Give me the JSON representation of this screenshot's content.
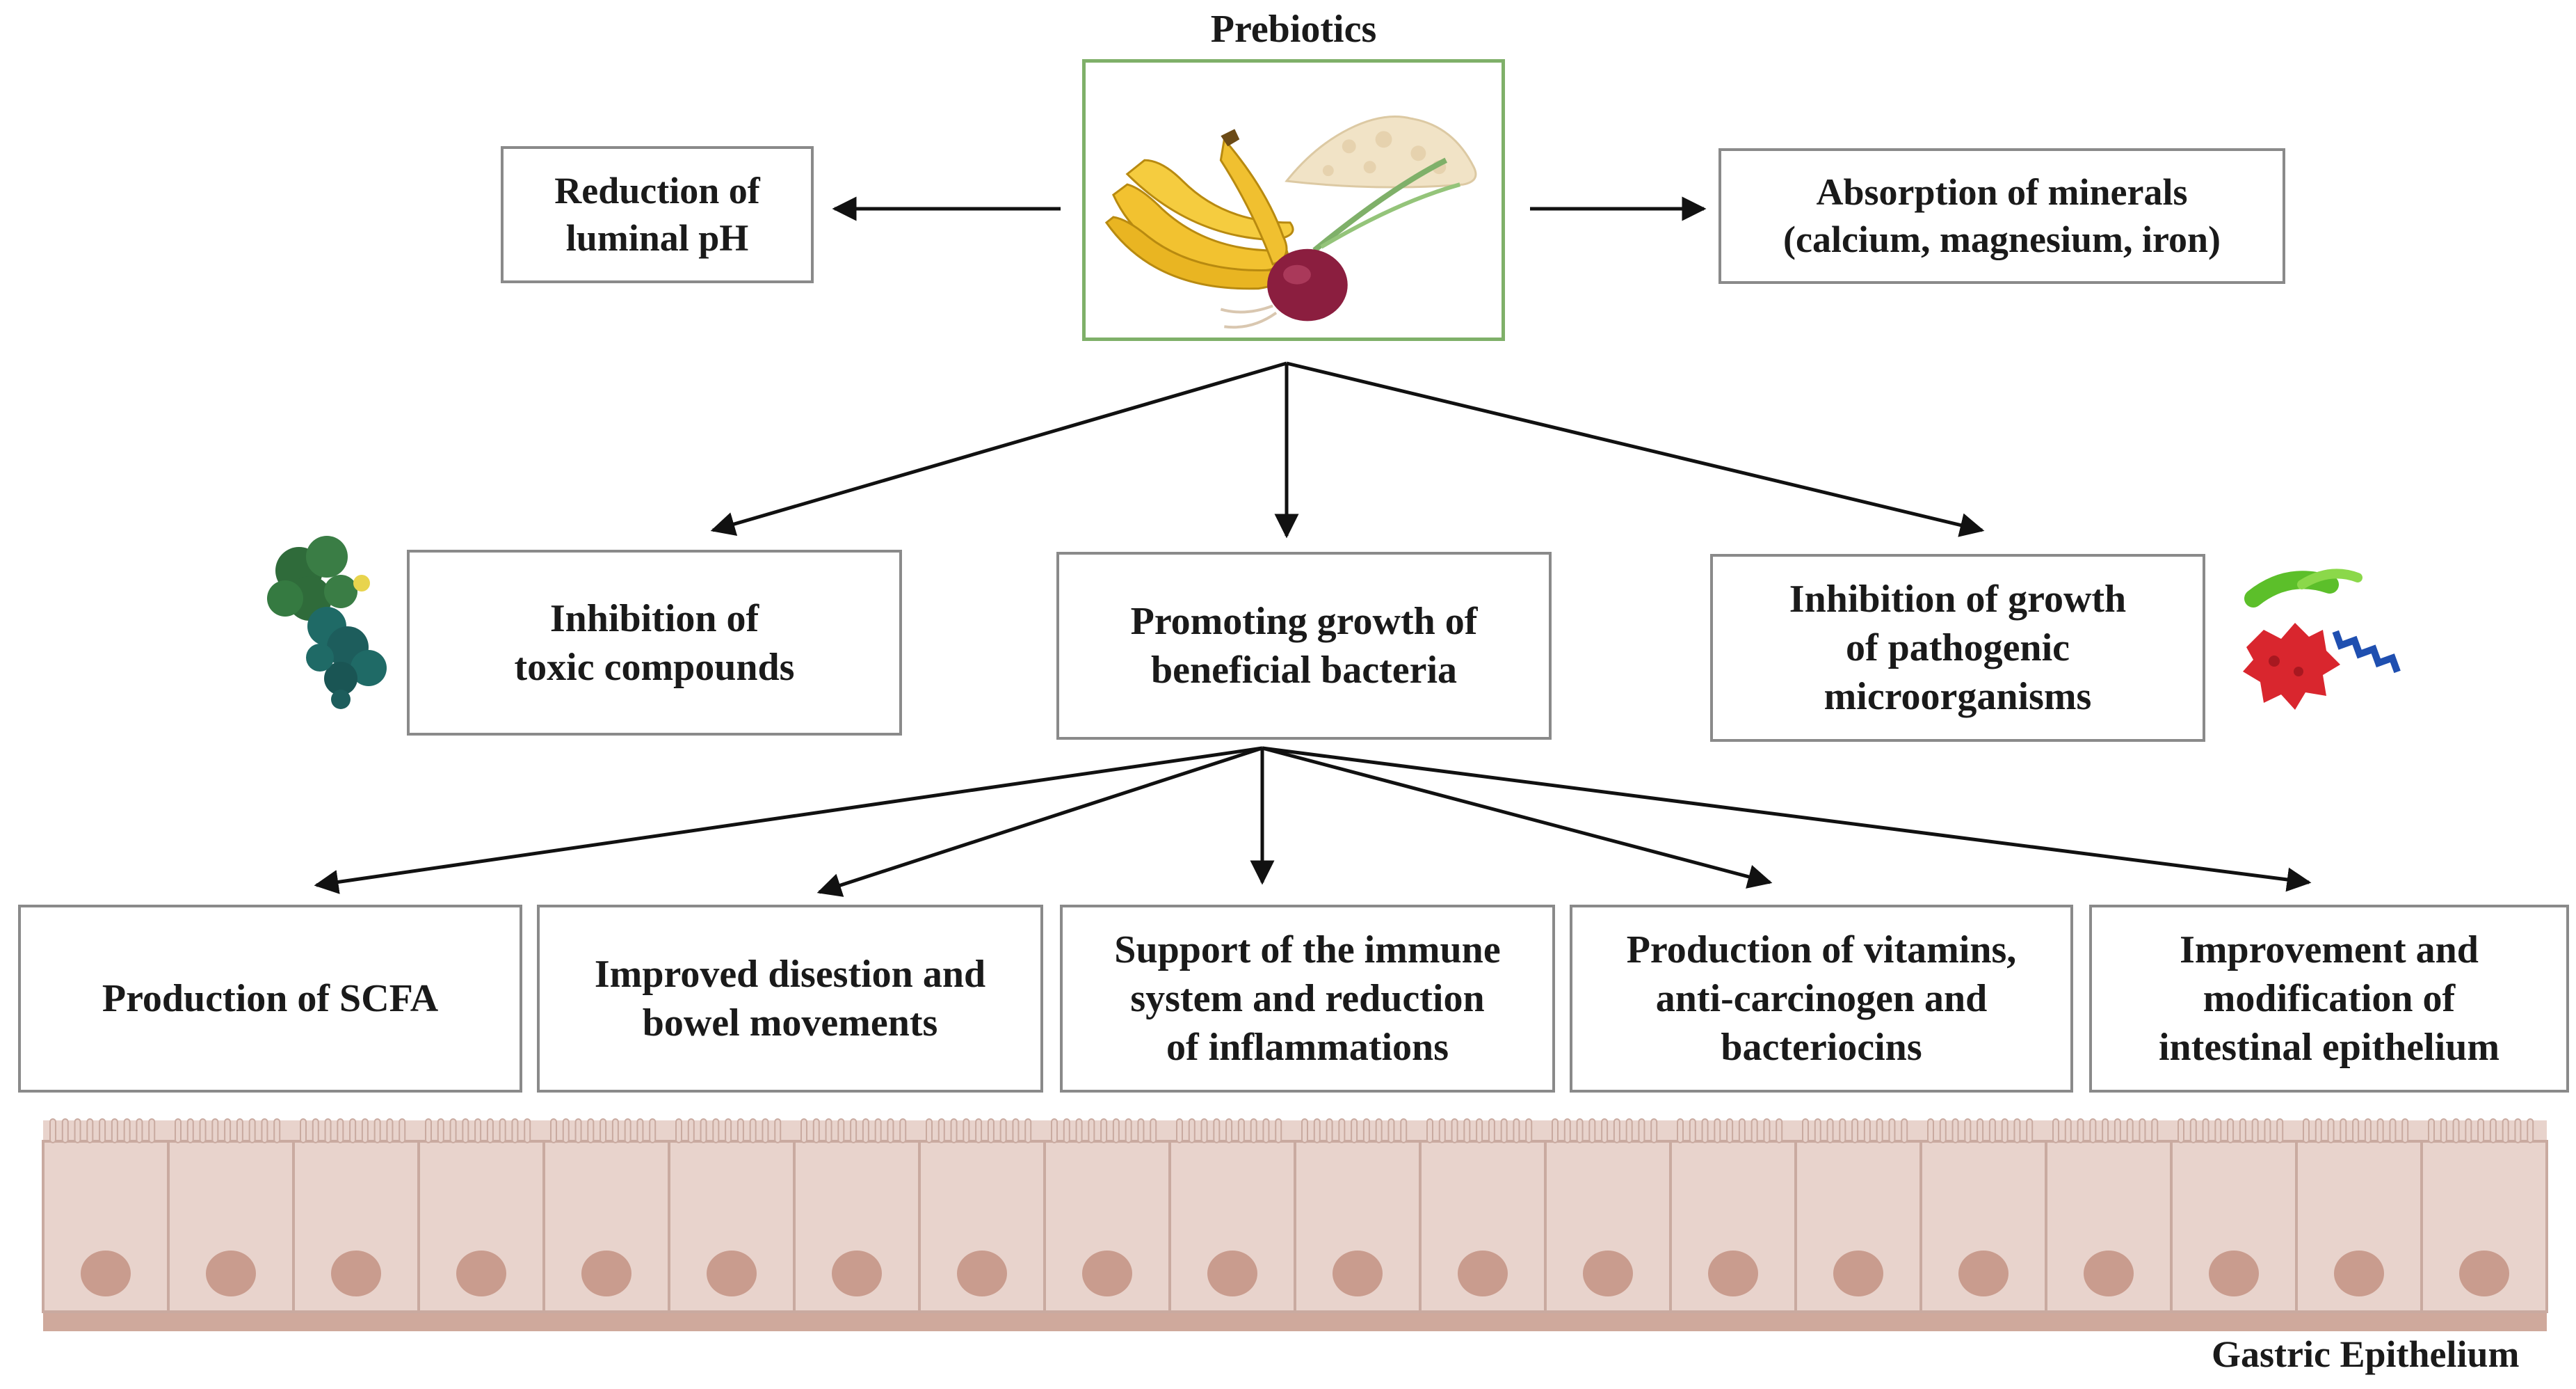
{
  "title": "Prebiotics",
  "top_effects": {
    "left": [
      "Reduction of",
      "luminal pH"
    ],
    "right": [
      "Absorption of minerals",
      "(calcium, magnesium, iron)"
    ]
  },
  "middle_effects": {
    "left": [
      "Inhibition of",
      "toxic compounds"
    ],
    "center": [
      "Promoting growth of",
      "beneficial bacteria"
    ],
    "right": [
      "Inhibition of growth",
      "of pathogenic",
      "microorganisms"
    ]
  },
  "bottom_effects": [
    [
      "Production of SCFA"
    ],
    [
      "Improved disestion and",
      "bowel movements"
    ],
    [
      "Support of the immune",
      "system and reduction",
      "of inflammations"
    ],
    [
      "Production of vitamins,",
      "anti-carcinogen and",
      "bacteriocins"
    ],
    [
      "Improvement and",
      "modification of",
      "intestinal epithelium"
    ]
  ],
  "epithelium_label": "Gastric Epithelium",
  "colors": {
    "prebiotics_border": "#7fb069",
    "box_border": "#8a8a8a",
    "cell_fill": "#e8d3cc",
    "cell_border": "#c9aaa0",
    "nucleus": "#c99c8e",
    "banana": "#f2c230",
    "onion": "#8b1e3f",
    "powder": "#f1e3c6",
    "toxic_compound": "#2f6b3a",
    "pathogen_red": "#d9262e",
    "pathogen_blue": "#1f4fb0",
    "pathogen_green": "#5cbf2a"
  },
  "icons": [
    "banana-icon",
    "onion-icon",
    "powder-icon",
    "toxic-compound-icon",
    "pathogen-icon"
  ]
}
